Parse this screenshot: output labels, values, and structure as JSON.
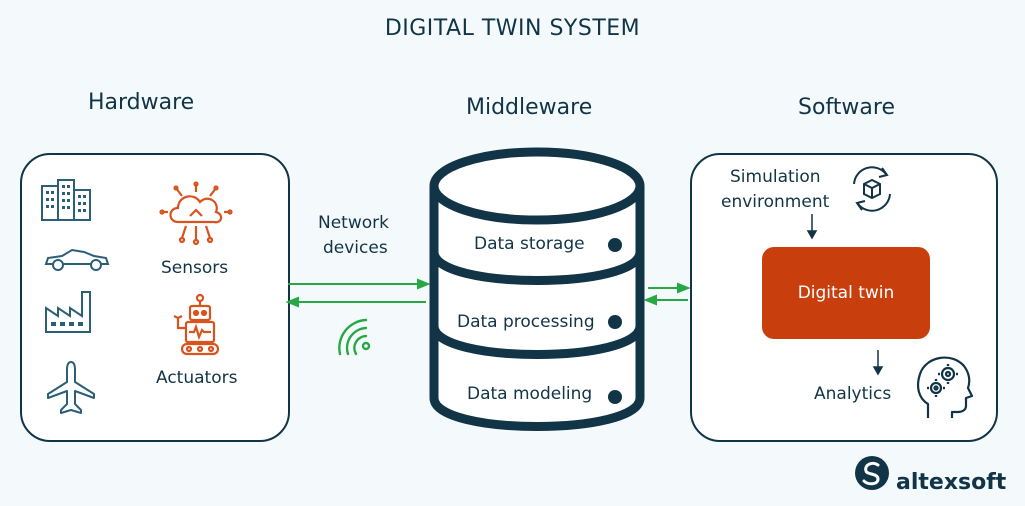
{
  "title": "DIGITAL TWIN SYSTEM",
  "hardware": {
    "heading": "Hardware",
    "sensors_label": "Sensors",
    "actuators_label": "Actuators",
    "icons": [
      "buildings-icon",
      "car-icon",
      "factory-icon",
      "airplane-icon",
      "cloud-sensor-icon",
      "robot-icon"
    ]
  },
  "network": {
    "label_line1": "Network",
    "label_line2": "devices"
  },
  "middleware": {
    "heading": "Middleware",
    "layers": [
      "Data storage",
      "Data processing",
      "Data modeling"
    ]
  },
  "software": {
    "heading": "Software",
    "sim_line1": "Simulation",
    "sim_line2": "environment",
    "twin_label": "Digital twin",
    "analytics_label": "Analytics"
  },
  "brand": {
    "name": "altexsoft"
  },
  "colors": {
    "dark": "#123447",
    "accent_orange": "#c83e0d",
    "icon_orange": "#d9531e",
    "arrow_green": "#27a844",
    "icon_teal": "#2b5f78"
  }
}
